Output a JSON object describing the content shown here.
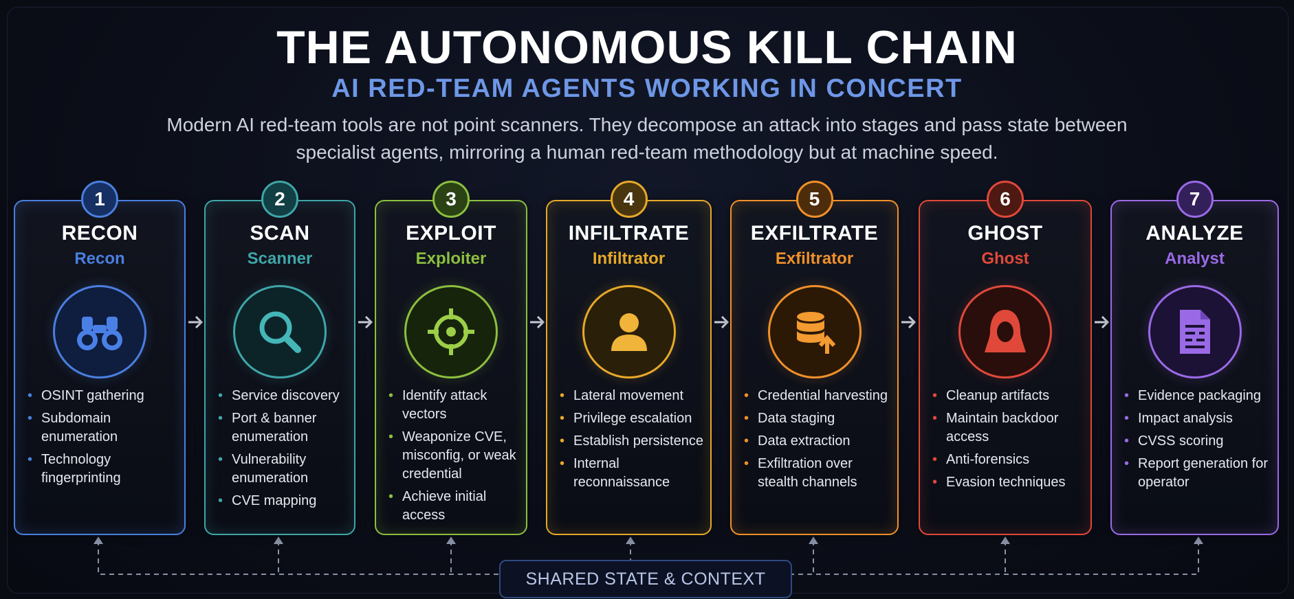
{
  "title": "THE AUTONOMOUS KILL CHAIN",
  "subtitle": "AI RED-TEAM AGENTS WORKING IN CONCERT",
  "description": "Modern AI red-team tools are not point scanners. They decompose an attack into stages and pass state between specialist agents, mirroring a human red-team methodology but at machine speed.",
  "shared_state_label": "SHARED STATE & CONTEXT",
  "stages": [
    {
      "number": "1",
      "stage": "RECON",
      "agent": "Recon",
      "icon": "binoculars-icon",
      "color": "#4a7fe0",
      "bullets": [
        "OSINT gathering",
        "Subdomain enumeration",
        "Technology fingerprinting"
      ]
    },
    {
      "number": "2",
      "stage": "SCAN",
      "agent": "Scanner",
      "icon": "magnifier-icon",
      "color": "#3fa6a8",
      "bullets": [
        "Service discovery",
        "Port & banner enumeration",
        "Vulnerability enumeration",
        "CVE mapping"
      ]
    },
    {
      "number": "3",
      "stage": "EXPLOIT",
      "agent": "Exploiter",
      "icon": "crosshair-icon",
      "color": "#8cbf3f",
      "bullets": [
        "Identify attack vectors",
        "Weaponize CVE, misconfig, or weak credential",
        "Achieve initial access"
      ]
    },
    {
      "number": "4",
      "stage": "INFILTRATE",
      "agent": "Infiltrator",
      "icon": "user-icon",
      "color": "#e6a92a",
      "bullets": [
        "Lateral movement",
        "Privilege escalation",
        "Establish persistence",
        "Internal reconnaissance"
      ]
    },
    {
      "number": "5",
      "stage": "EXFILTRATE",
      "agent": "Exfiltrator",
      "icon": "database-upload-icon",
      "color": "#f0902a",
      "bullets": [
        "Credential harvesting",
        "Data staging",
        "Data extraction",
        "Exfiltration over stealth channels"
      ]
    },
    {
      "number": "6",
      "stage": "GHOST",
      "agent": "Ghost",
      "icon": "hooded-figure-icon",
      "color": "#e0493a",
      "bullets": [
        "Cleanup artifacts",
        "Maintain backdoor access",
        "Anti-forensics",
        "Evasion techniques"
      ]
    },
    {
      "number": "7",
      "stage": "ANALYZE",
      "agent": "Analyst",
      "icon": "report-document-icon",
      "color": "#9a6ae6",
      "bullets": [
        "Evidence packaging",
        "Impact analysis",
        "CVSS scoring",
        "Report generation for operator"
      ]
    }
  ]
}
